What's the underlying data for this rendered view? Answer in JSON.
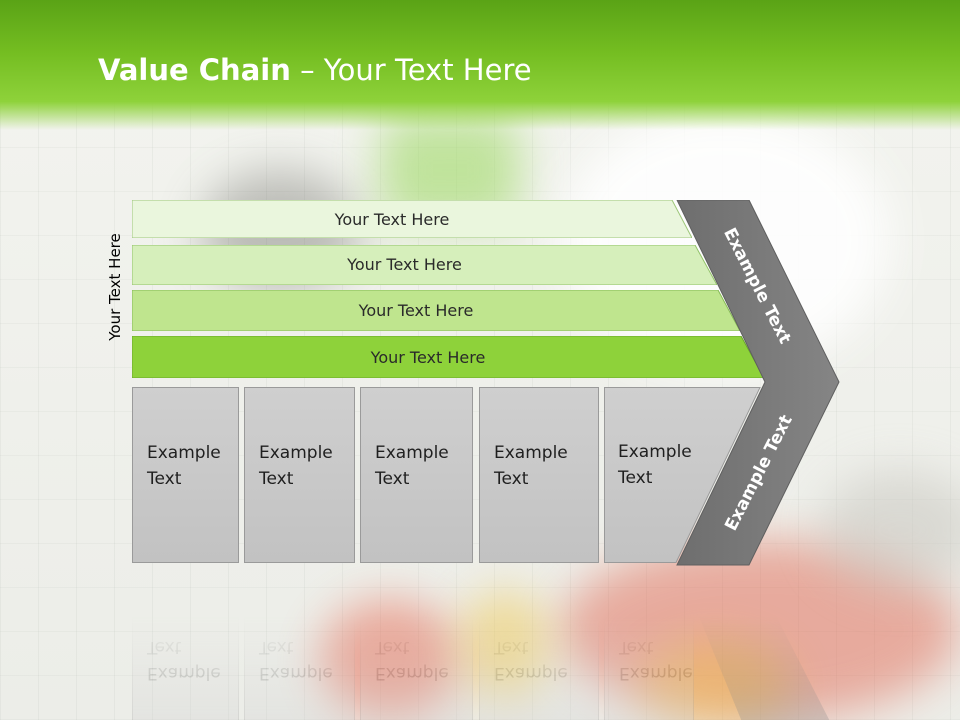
{
  "title": {
    "bold": "Value Chain",
    "rest": " – Your Text Here"
  },
  "side_label": "Your Text Here",
  "bars": [
    {
      "label": "Your Text Here",
      "color": "#eaf6dd"
    },
    {
      "label": "Your Text Here",
      "color": "#d6efbb"
    },
    {
      "label": "Your Text Here",
      "color": "#bfe58e"
    },
    {
      "label": "Your Text Here",
      "color": "#8ed23a"
    }
  ],
  "boxes": [
    {
      "line1": "Example",
      "line2": "Text"
    },
    {
      "line1": "Example",
      "line2": "Text"
    },
    {
      "line1": "Example",
      "line2": "Text"
    },
    {
      "line1": "Example",
      "line2": "Text"
    },
    {
      "line1": "Example",
      "line2": "Text"
    }
  ],
  "chevron": {
    "upper": "Example Text",
    "lower": "Example Text",
    "color": "#7a7a7a"
  },
  "colors": {
    "header": "#74bd21",
    "accent": "#8ed23a"
  }
}
